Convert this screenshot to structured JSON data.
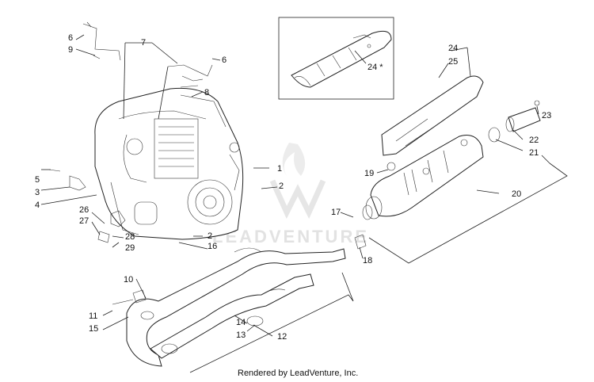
{
  "watermark": "LEADVENTURE",
  "footer": "Rendered by LeadVenture, Inc.",
  "inset_label": "24 *",
  "callouts": {
    "c1": "1",
    "c2a": "2",
    "c2b": "2",
    "c3": "3",
    "c4": "4",
    "c5": "5",
    "c6a": "6",
    "c6b": "6",
    "c7": "7",
    "c8": "8",
    "c9": "9",
    "c10": "10",
    "c11": "11",
    "c12": "12",
    "c13": "13",
    "c14": "14",
    "c15": "15",
    "c16": "16",
    "c17": "17",
    "c18": "18",
    "c19": "19",
    "c20": "20",
    "c21": "21",
    "c22": "22",
    "c23": "23",
    "c24": "24",
    "c25": "25",
    "c26": "26",
    "c27": "27",
    "c28": "28",
    "c29": "29"
  }
}
